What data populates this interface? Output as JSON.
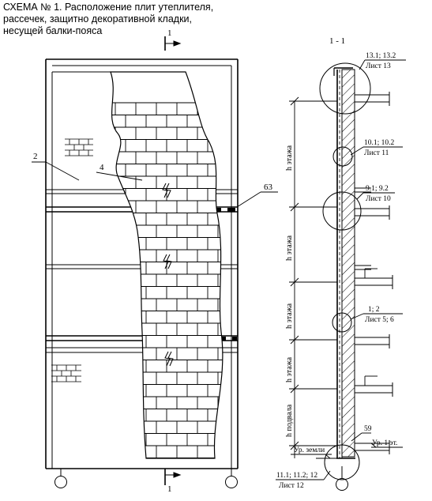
{
  "title": {
    "line1": "СХЕМА № 1. Расположение плит утеплителя,",
    "line2": "рассечек, защитно декоративной кладки,",
    "line3": "несущей балки-пояса"
  },
  "section_marks": {
    "top": "1",
    "bottom": "1",
    "section_title": "1 - 1"
  },
  "elevation_labels": {
    "label_2": "2",
    "label_4": "4",
    "label_63": "63"
  },
  "section_callouts": [
    {
      "ref": "13.1; 13.2",
      "sheet": "Лист 13"
    },
    {
      "ref": "10.1; 10.2",
      "sheet": "Лист 11"
    },
    {
      "ref": "9.1; 9.2",
      "sheet": "Лист 10"
    },
    {
      "ref": "1; 2",
      "sheet": "Лист 5; 6"
    },
    {
      "ref": "11.1; 11.2; 12",
      "sheet": "Лист 12"
    }
  ],
  "dimension_labels": {
    "floor1": "h этажа",
    "floor2": "h этажа",
    "floor3": "h этажа",
    "floor4": "h этажа",
    "basement": "h подвала"
  },
  "level_labels": {
    "ground": "Ур. земли",
    "first_floor": "Ур. 1 эт.",
    "label_59": "59"
  },
  "colors": {
    "line": "#000000",
    "background": "#ffffff"
  }
}
